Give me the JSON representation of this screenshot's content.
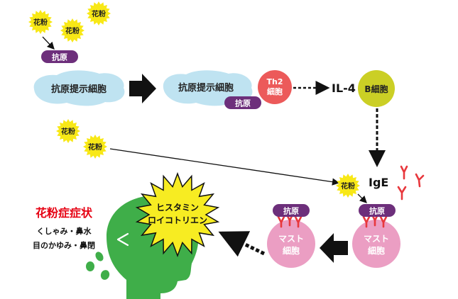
{
  "pollen": {
    "label": "花粉"
  },
  "antigen": {
    "label": "抗原"
  },
  "apc": {
    "label": "抗原提示細胞"
  },
  "th2": {
    "line1": "Th2",
    "line2": "細胞"
  },
  "il4": {
    "label": "IL-4"
  },
  "bcell": {
    "label": "B細胞"
  },
  "ige": {
    "label": "IgE"
  },
  "mast_cell": {
    "line1": "マスト",
    "line2": "細胞"
  },
  "histamine": {
    "line1": "ヒスタミン",
    "line2": "ロイコトリエン"
  },
  "symptoms": {
    "title": "花粉症症状",
    "line1": "くしゃみ・鼻水",
    "line2": "目のかゆみ・鼻閉"
  },
  "colors": {
    "pollen": "#f8e816",
    "antigen": "#6d2f7b",
    "apc": "#bfe3f1",
    "th2": "#ec5a5a",
    "bcell": "#cbcf25",
    "mast": "#eb9ec3",
    "antibody_red": "#e8383d",
    "histamine": "#f7ec22",
    "head": "#3fae49",
    "title_red": "#e60012"
  }
}
